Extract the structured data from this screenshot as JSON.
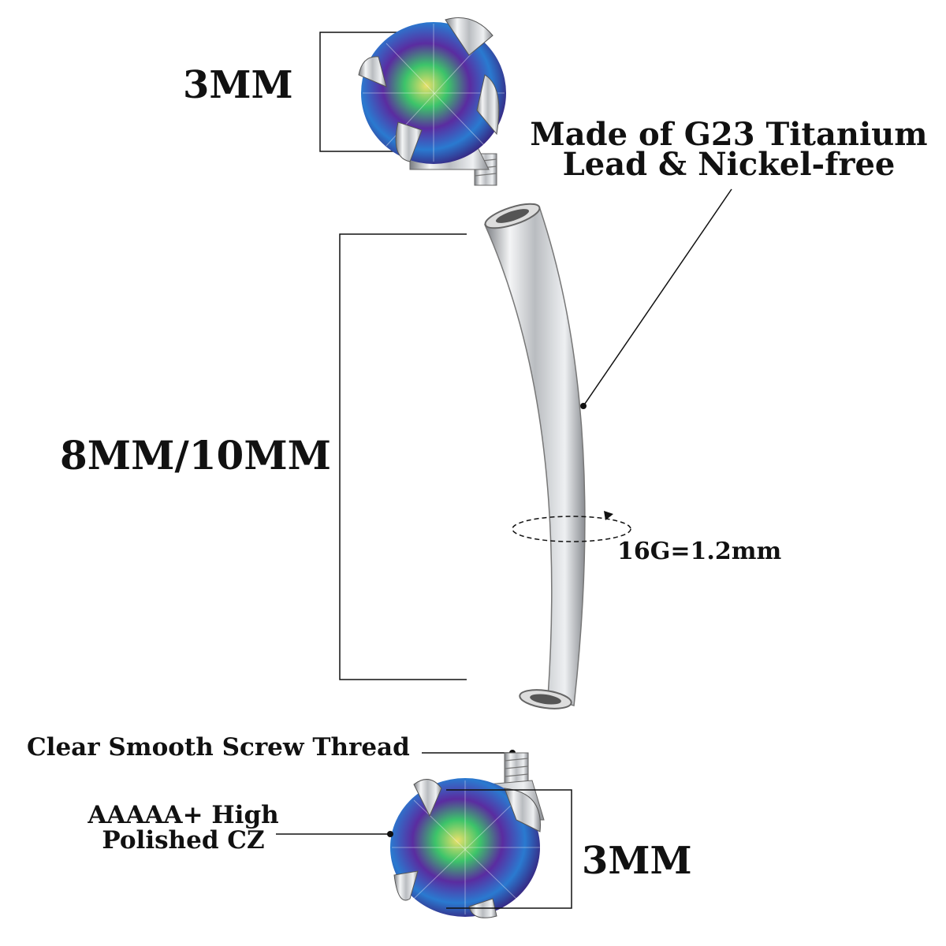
{
  "top_head": {
    "size_label": "3MM"
  },
  "material": {
    "line1": "Made of G23 Titanium",
    "line2": "Lead & Nickel-free"
  },
  "bar": {
    "length_label": "8MM/10MM",
    "gauge_label": "16G=1.2mm"
  },
  "thread": {
    "label": "Clear Smooth Screw Thread"
  },
  "gem": {
    "line1": "AAAAA+ High",
    "line2": "Polished CZ"
  },
  "bottom_head": {
    "size_label": "3MM"
  },
  "colors": {
    "text": "#111111",
    "metal": "#c8cacd",
    "gem_purple": "#5a2ca0",
    "gem_green": "#3cc46a"
  }
}
